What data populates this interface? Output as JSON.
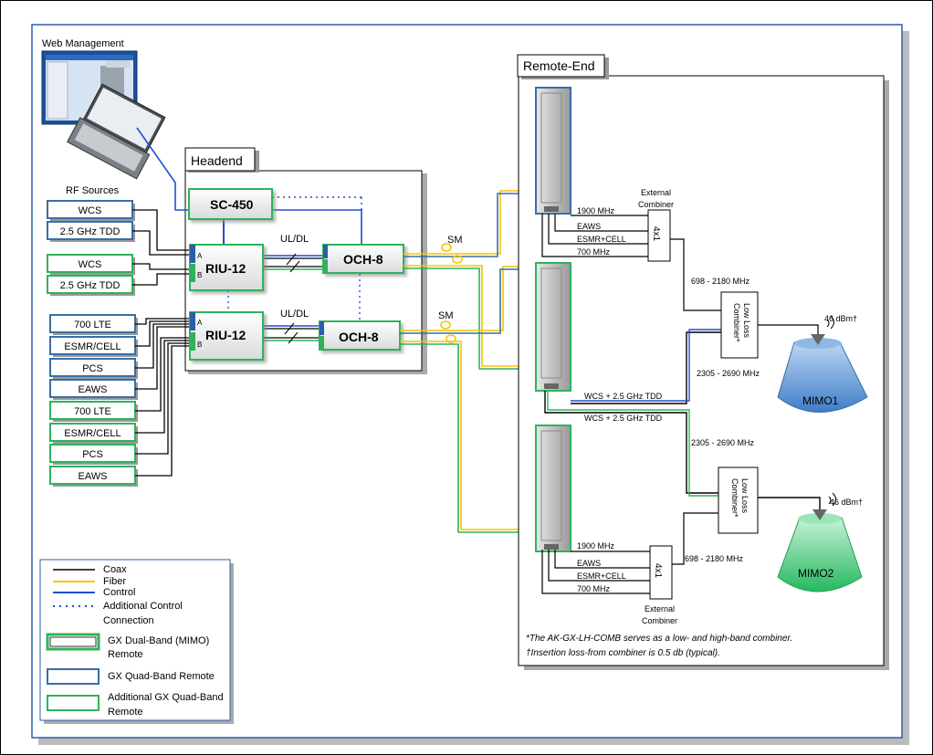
{
  "web_management": {
    "label": "Web Management"
  },
  "rf_sources": {
    "label": "RF Sources",
    "items": [
      "WCS",
      "2.5 GHz TDD",
      "WCS",
      "2.5 GHz TDD",
      "700 LTE",
      "ESMR/CELL",
      "PCS",
      "EAWS",
      "700 LTE",
      "ESMR/CELL",
      "PCS",
      "EAWS"
    ]
  },
  "headend": {
    "title": "Headend",
    "sc450": "SC-450",
    "riu_top": "RIU-12",
    "riu_bottom": "RIU-12",
    "port_a": "A",
    "port_b": "B",
    "och_top": "OCH-8",
    "och_bottom": "OCH-8",
    "uldl_top": "UL/DL",
    "uldl_bottom": "UL/DL"
  },
  "links": {
    "sm_top": "SM",
    "sm_bottom": "SM"
  },
  "remote_end": {
    "title": "Remote-End",
    "ext_combiner_top": [
      "External",
      "Combiner"
    ],
    "ext_combiner_bottom": [
      "External",
      "Combiner"
    ],
    "combiner_4x1": "4x1",
    "bands_top": [
      "1900 MHz",
      "EAWS",
      "ESMR+CELL",
      "700 MHz"
    ],
    "bands_bottom": [
      "1900 MHz",
      "EAWS",
      "ESMR+CELL",
      "700 MHz"
    ],
    "freq_698_top": "698 - 2180 MHz",
    "freq_698_bottom": "698 - 2180 MHz",
    "freq_2305_top": "2305 - 2690 MHz",
    "freq_2305_bottom": "2305 - 2690 MHz",
    "wcs_label_1": "WCS + 2.5 GHz TDD",
    "wcs_label_2": "WCS + 2.5 GHz TDD",
    "low_loss_combiner": [
      "Low Loss",
      "Combiner*"
    ],
    "power_1": "46 dBm†",
    "power_2": "46 dBm†",
    "mimo1": "MIMO1",
    "mimo2": "MIMO2",
    "note1": "*The  AK-GX-LH-COMB serves as a low- and high-band combiner.",
    "note2": "†Insertion loss-from combiner is 0.5 db (typical)."
  },
  "legend": {
    "coax": "Coax",
    "fiber": "Fiber",
    "control": "Control",
    "additional_control": [
      "Additional Control",
      "Connection"
    ],
    "gx_dual": [
      "GX Dual-Band (MIMO)",
      "Remote"
    ],
    "gx_quad": "GX Quad-Band Remote",
    "additional_gx_quad": [
      "Additional GX Quad-Band",
      "Remote"
    ]
  },
  "colors": {
    "coax": "#000000",
    "fiber": "#f5c400",
    "control": "#1f4fd1",
    "green_remote": "#2fb35a",
    "blue_remote": "#3a6ea5",
    "mimo1": "#4f8fd6",
    "mimo2": "#2ecb72"
  }
}
